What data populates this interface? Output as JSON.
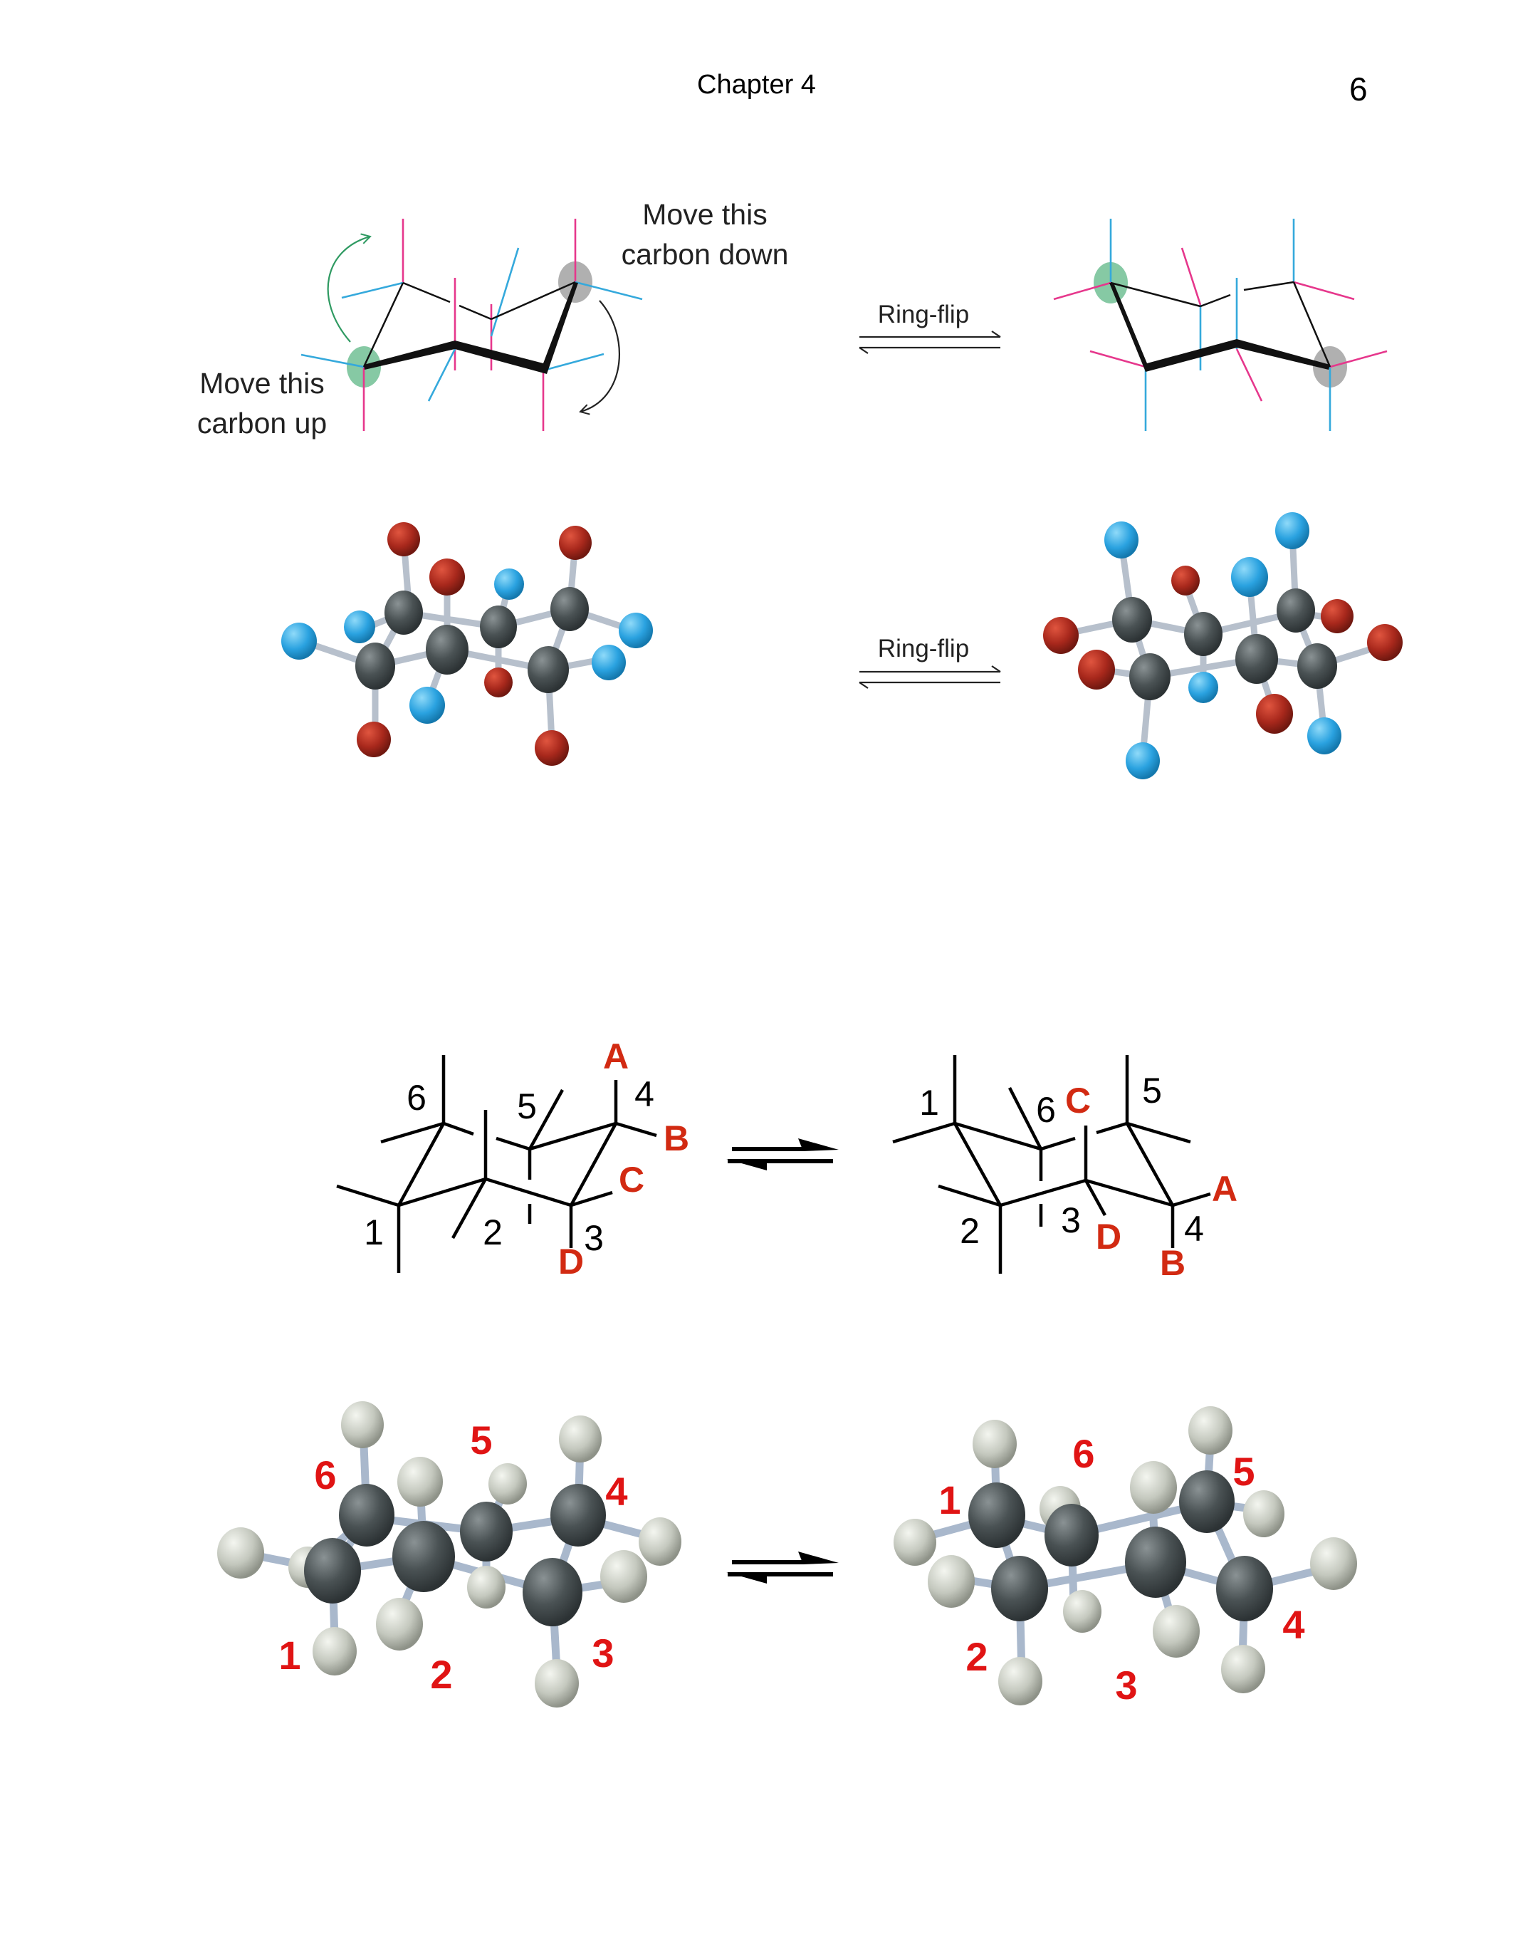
{
  "header": {
    "title": "Chapter 4",
    "page_number": "6"
  },
  "colors": {
    "axial_pink": "#e6378c",
    "equatorial_blue": "#35a9dc",
    "green_highlight": "#7fc4a0",
    "gray_highlight": "#a8a8a8",
    "bromine_red": "#a8281c",
    "blue_atom": "#2aa2e0",
    "carbon": "#4a5254",
    "hydrogen": "#c8ccc2",
    "label_red": "#e01414"
  },
  "figure1": {
    "label_move_down_line1": "Move this",
    "label_move_down_line2": "carbon down",
    "label_move_up_line1": "Move this",
    "label_move_up_line2": "carbon up",
    "arrow_label": "Ring-flip"
  },
  "figure2": {
    "arrow_label": "Ring-flip"
  },
  "figure3": {
    "left": {
      "carbon_labels": [
        "1",
        "2",
        "3",
        "4",
        "5",
        "6"
      ],
      "substituents": [
        "A",
        "B",
        "C",
        "D"
      ]
    },
    "right": {
      "carbon_labels": [
        "1",
        "2",
        "3",
        "4",
        "5",
        "6"
      ],
      "substituents": [
        "A",
        "B",
        "C",
        "D"
      ]
    }
  },
  "figure4": {
    "left": {
      "carbon_labels": [
        "1",
        "2",
        "3",
        "4",
        "5",
        "6"
      ]
    },
    "right": {
      "carbon_labels": [
        "1",
        "2",
        "3",
        "4",
        "5",
        "6"
      ]
    }
  }
}
